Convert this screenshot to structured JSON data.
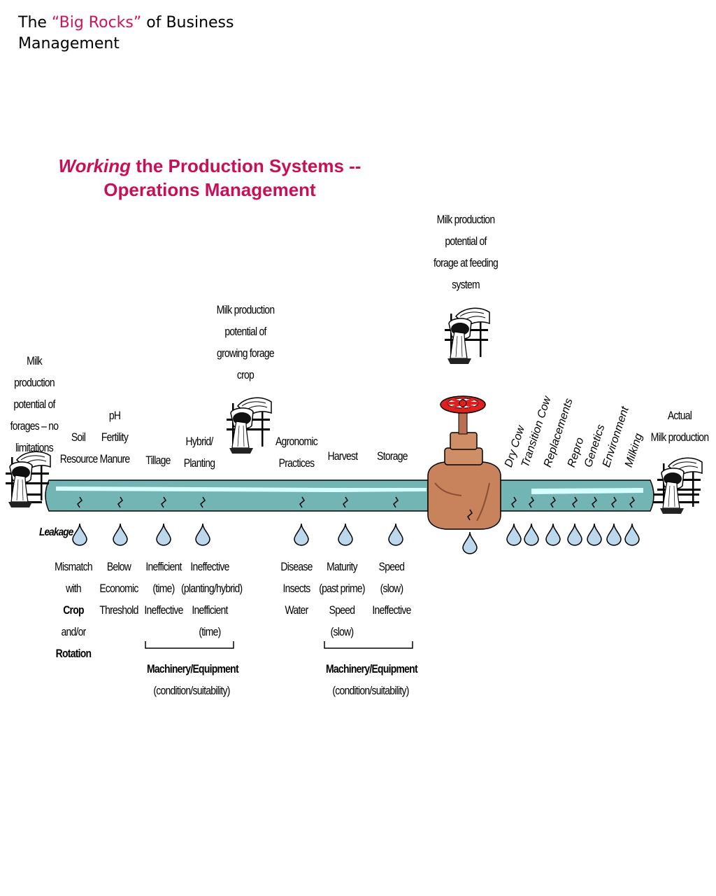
{
  "header": {
    "prefix": "The ",
    "highlight": "“Big Rocks”",
    "suffix": " of Business",
    "line2": "Management"
  },
  "title": {
    "italic": "Working",
    "rest": " the Production Systems --",
    "line2": "Operations Management"
  },
  "potentials": {
    "forages": [
      "Milk production",
      "potential of",
      "forages – no",
      "limitations"
    ],
    "growing": [
      "Milk production",
      "potential of",
      "growing forage",
      "crop"
    ],
    "feeding": [
      "Milk production",
      "potential of",
      "forage at feeding",
      "system"
    ],
    "actual": [
      "Actual",
      "Milk production"
    ]
  },
  "stages": {
    "soil": [
      "Soil",
      "Resource"
    ],
    "ph": [
      "pH",
      "Fertility",
      "Manure"
    ],
    "tillage": [
      "Tillage"
    ],
    "hybrid": [
      "Hybrid/",
      "Planting"
    ],
    "agronomic": [
      "Agronomic",
      "Practices"
    ],
    "harvest": [
      "Harvest"
    ],
    "storage": [
      "Storage"
    ]
  },
  "cow_stages": [
    "Dry Cow",
    "Transition Cow",
    "Replacements",
    "Repro",
    "Genetics",
    "Environment",
    "Milking"
  ],
  "leakage_label": "Leakage",
  "leaks": {
    "mismatch": {
      "l1": "Mismatch",
      "l2": "with",
      "l3a": "Crop",
      "l3b": " and/or",
      "l4": "Rotation"
    },
    "below": [
      "Below",
      "Economic",
      "Threshold"
    ],
    "tillage": [
      "Inefficient",
      "(time)",
      "Ineffective"
    ],
    "hybrid": [
      "Ineffective",
      "(planting/hybrid)",
      "Inefficient",
      "(time)"
    ],
    "disease": [
      "Disease",
      "Insects",
      "Water"
    ],
    "maturity": [
      "Maturity",
      "(past prime)",
      "Speed",
      "(slow)"
    ],
    "speed": [
      "Speed",
      "(slow)",
      "Ineffective"
    ]
  },
  "machinery": {
    "title": "Machinery/Equipment",
    "sub": "(condition/suitability)"
  },
  "colors": {
    "pipe": "#73b4b4",
    "pipe_highlight": "#d8ffff",
    "valve": "#c8825c",
    "wheel": "#e02020",
    "drop": "#bcd8ec",
    "title": "#c8105a",
    "header_highlight": "#d0145a"
  }
}
